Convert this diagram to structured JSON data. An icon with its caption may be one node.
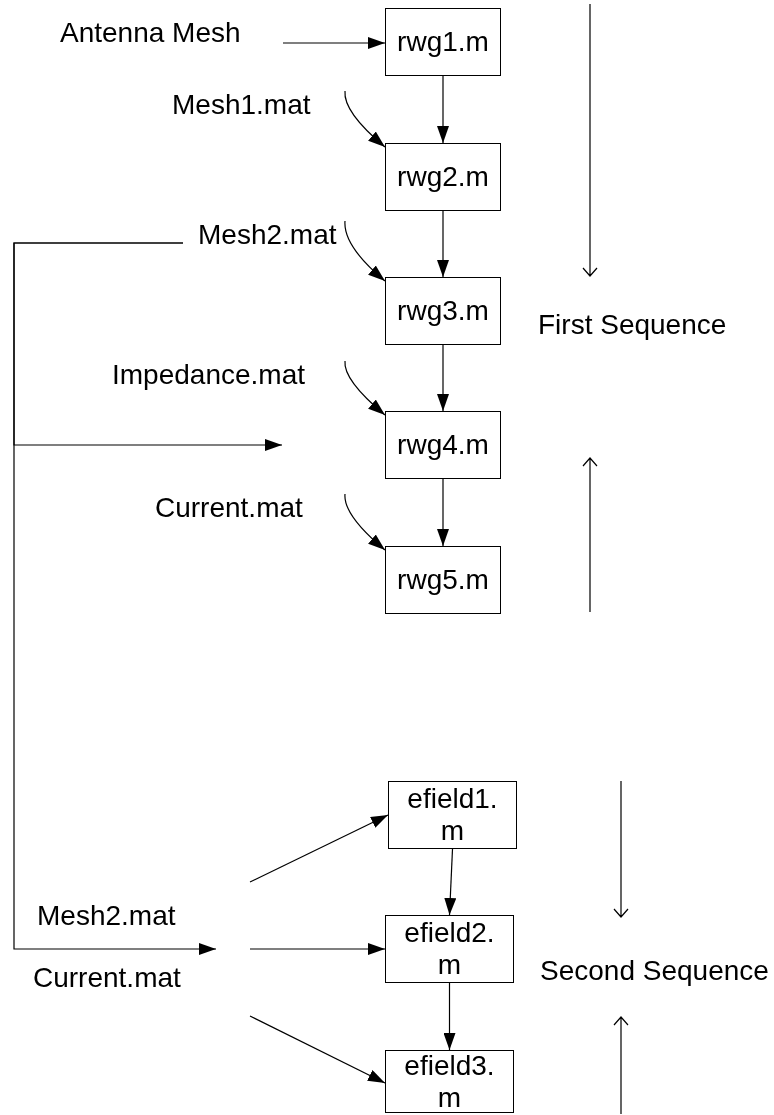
{
  "diagram": {
    "nodes": [
      {
        "text": [
          "Antenna Mesh"
        ]
      },
      {
        "text": [
          "rwg1.m"
        ]
      },
      {
        "text": [
          "Mesh1.mat"
        ]
      },
      {
        "text": [
          "rwg2.m"
        ]
      },
      {
        "text": [
          "Mesh2.mat"
        ]
      },
      {
        "text": [
          "rwg3.m"
        ]
      },
      {
        "text": [
          "Impedance.mat"
        ]
      },
      {
        "text": [
          "rwg4.m"
        ]
      },
      {
        "text": [
          "Current.mat"
        ]
      },
      {
        "text": [
          "rwg5.m"
        ]
      },
      {
        "text": [
          "efield1.m"
        ]
      },
      {
        "text": [
          "efield2.m"
        ]
      },
      {
        "text": [
          "efield3.m"
        ]
      }
    ],
    "edges": [
      {
        "from": 0,
        "to": 1,
        "arrow": "to"
      },
      {
        "from": 1,
        "to": 3,
        "arrow": "to"
      },
      {
        "from": 3,
        "to": 5,
        "arrow": "to"
      },
      {
        "from": 5,
        "to": 7,
        "arrow": "to"
      },
      {
        "from": 7,
        "to": 9,
        "arrow": "to"
      },
      {
        "from": 2,
        "to": 3,
        "arrow": "to"
      },
      {
        "from": 4,
        "to": 5,
        "arrow": "to"
      },
      {
        "from": 6,
        "to": 7,
        "arrow": "to"
      },
      {
        "from": 8,
        "to": 9,
        "arrow": "to"
      },
      {
        "from": 4,
        "to": null,
        "arrow": "to"
      },
      {
        "from": 4,
        "to": null,
        "arrow": "to"
      },
      {
        "from": null,
        "to": 10,
        "arrow": "to"
      },
      {
        "from": null,
        "to": 11,
        "arrow": "to"
      },
      {
        "from": null,
        "to": 12,
        "arrow": "to"
      },
      {
        "from": 10,
        "to": 11,
        "arrow": "to"
      },
      {
        "from": 11,
        "to": 12,
        "arrow": "to"
      }
    ],
    "labels": [
      "First Sequence",
      "Mesh2.mat",
      "Second Sequence",
      "Current.mat"
    ]
  }
}
